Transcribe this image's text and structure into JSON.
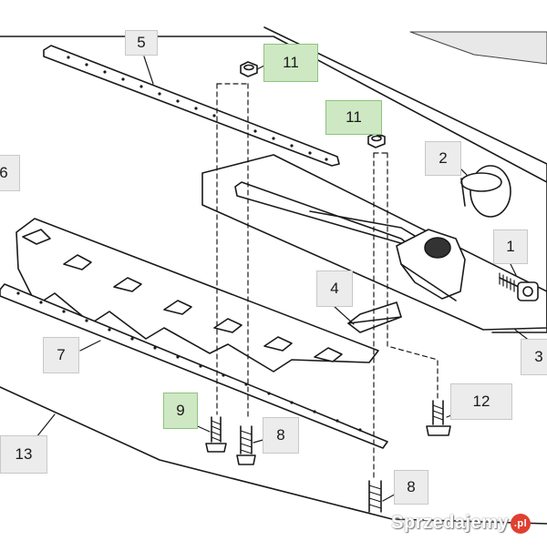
{
  "diagram": {
    "callouts": [
      {
        "id": "c5",
        "label": "5",
        "highlight": false
      },
      {
        "id": "c11a",
        "label": "11",
        "highlight": true
      },
      {
        "id": "c11b",
        "label": "11",
        "highlight": true
      },
      {
        "id": "c6",
        "label": "6",
        "highlight": false
      },
      {
        "id": "c2",
        "label": "2",
        "highlight": false
      },
      {
        "id": "c1",
        "label": "1",
        "highlight": false
      },
      {
        "id": "c4",
        "label": "4",
        "highlight": false
      },
      {
        "id": "c3",
        "label": "3",
        "highlight": false
      },
      {
        "id": "c7",
        "label": "7",
        "highlight": false
      },
      {
        "id": "c9",
        "label": "9",
        "highlight": true
      },
      {
        "id": "c8a",
        "label": "8",
        "highlight": false
      },
      {
        "id": "c12",
        "label": "12",
        "highlight": false
      },
      {
        "id": "c13",
        "label": "13",
        "highlight": false
      },
      {
        "id": "c8b",
        "label": "8",
        "highlight": false
      }
    ],
    "colors": {
      "line": "#1a1a1a",
      "callout_bg": "#ececec",
      "callout_highlight": "#cfe8c4"
    }
  },
  "watermark": {
    "text": "Sprzedajemy",
    "badge": ".pl"
  }
}
